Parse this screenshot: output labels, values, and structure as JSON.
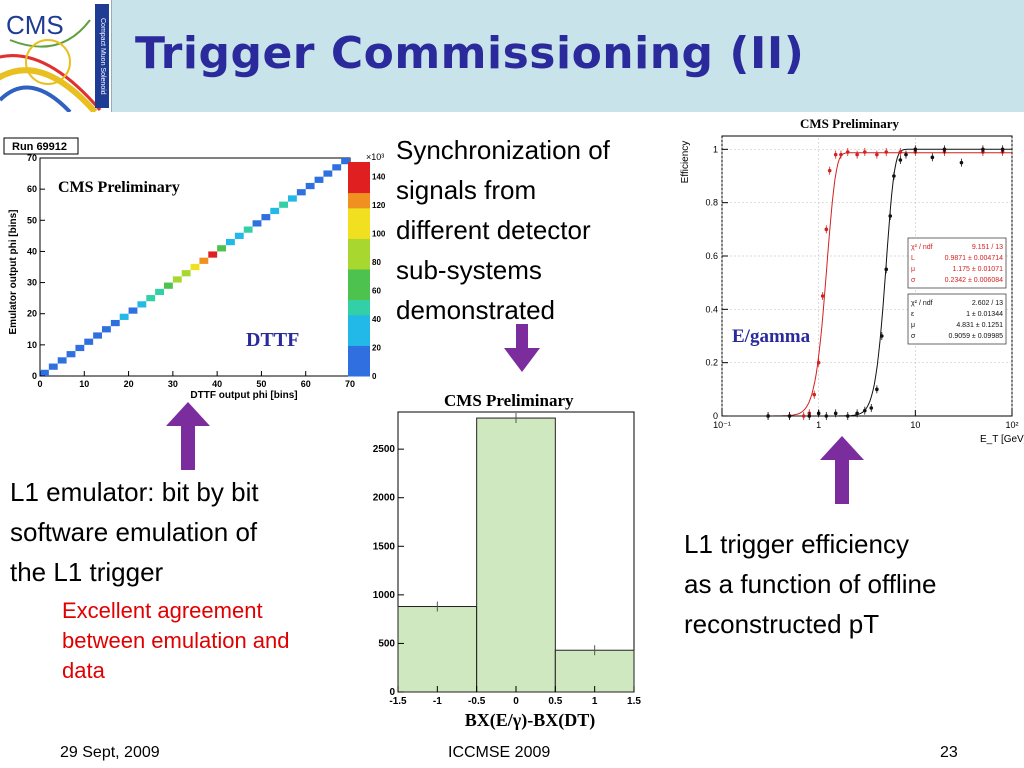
{
  "slide": {
    "title": "Trigger Commissioning (II)",
    "logo_text": "CMS",
    "logo_side_text": "Compact Muon Solenoid"
  },
  "text": {
    "sync": [
      "Synchronization of",
      "signals from",
      "different detector",
      "sub-systems",
      "demonstrated"
    ],
    "l1emu": [
      "L1 emulator: bit by bit",
      "software emulation of",
      "the L1 trigger"
    ],
    "agree": [
      "Excellent agreement",
      "between emulation and",
      "data"
    ],
    "eff": [
      "L1 trigger efficiency",
      "as a function of offline",
      "reconstructed pT"
    ]
  },
  "footer": {
    "date": "29 Sept, 2009",
    "conference": "ICCMSE 2009",
    "page": "23"
  },
  "colors": {
    "title": "#2a2a9c",
    "arrow": "#7b2d9e",
    "highlight": "#e00000",
    "header_bg": "#c9e3ea",
    "hist_fill": "#cfe8c0"
  },
  "chart_data": [
    {
      "type": "heatmap",
      "run_label": "Run 69912",
      "title": "CMS Preliminary",
      "annotation": "DTTF",
      "xlabel": "DTTF output phi [bins]",
      "ylabel": "Emulator output phi [bins]",
      "xlim": [
        0,
        70
      ],
      "ylim": [
        0,
        70
      ],
      "xticks": [
        "0",
        "10",
        "20",
        "30",
        "40",
        "50",
        "60",
        "70"
      ],
      "yticks": [
        "0",
        "10",
        "20",
        "30",
        "40",
        "50",
        "60",
        "70"
      ],
      "colorbar_exponent": "×10³",
      "colorbar_ticks": [
        "0",
        "20",
        "40",
        "60",
        "80",
        "100",
        "120",
        "140"
      ],
      "colorbar_range": [
        0,
        150
      ],
      "cells": [
        {
          "bin": 0,
          "value": 5
        },
        {
          "bin": 2,
          "value": 8
        },
        {
          "bin": 4,
          "value": 10
        },
        {
          "bin": 6,
          "value": 12
        },
        {
          "bin": 8,
          "value": 10
        },
        {
          "bin": 10,
          "value": 12
        },
        {
          "bin": 12,
          "value": 14
        },
        {
          "bin": 14,
          "value": 12
        },
        {
          "bin": 16,
          "value": 15
        },
        {
          "bin": 18,
          "value": 20
        },
        {
          "bin": 20,
          "value": 18
        },
        {
          "bin": 22,
          "value": 25
        },
        {
          "bin": 24,
          "value": 45
        },
        {
          "bin": 26,
          "value": 55
        },
        {
          "bin": 28,
          "value": 60
        },
        {
          "bin": 30,
          "value": 80
        },
        {
          "bin": 32,
          "value": 90
        },
        {
          "bin": 34,
          "value": 100
        },
        {
          "bin": 36,
          "value": 125
        },
        {
          "bin": 38,
          "value": 145
        },
        {
          "bin": 40,
          "value": 70
        },
        {
          "bin": 42,
          "value": 25
        },
        {
          "bin": 44,
          "value": 20
        },
        {
          "bin": 46,
          "value": 40
        },
        {
          "bin": 48,
          "value": 15
        },
        {
          "bin": 50,
          "value": 12
        },
        {
          "bin": 52,
          "value": 25
        },
        {
          "bin": 54,
          "value": 45
        },
        {
          "bin": 56,
          "value": 20
        },
        {
          "bin": 58,
          "value": 15
        },
        {
          "bin": 60,
          "value": 12
        },
        {
          "bin": 62,
          "value": 10
        },
        {
          "bin": 64,
          "value": 10
        },
        {
          "bin": 66,
          "value": 8
        },
        {
          "bin": 68,
          "value": 8
        }
      ]
    },
    {
      "type": "bar",
      "title": "CMS Preliminary",
      "xlabel": "BX(E/γ)-BX(DT)",
      "xlim": [
        -1.5,
        1.5
      ],
      "ylim": [
        0,
        2800
      ],
      "xticks": [
        "-1.5",
        "-1",
        "-0.5",
        "0",
        "0.5",
        "1",
        "1.5"
      ],
      "yticks": [
        "0",
        "500",
        "1000",
        "1500",
        "2000",
        "2500"
      ],
      "bins": [
        {
          "from": -1.5,
          "to": -0.5,
          "center": -1,
          "value": 880
        },
        {
          "from": -0.5,
          "to": 0.5,
          "center": 0,
          "value": 2820
        },
        {
          "from": 0.5,
          "to": 1.5,
          "center": 1,
          "value": 430
        }
      ]
    },
    {
      "type": "scatter",
      "title": "CMS Preliminary",
      "annotation": "E/gamma",
      "xlabel": "E_T [GeV]",
      "ylabel": "Efficiency",
      "xscale": "log",
      "xlim": [
        0.1,
        100
      ],
      "ylim": [
        0,
        1.05
      ],
      "xticks": [
        "10⁻¹",
        "1",
        "10",
        "10²"
      ],
      "yticks": [
        "0",
        "0.2",
        "0.4",
        "0.6",
        "0.8",
        "1"
      ],
      "series": [
        {
          "color": "#d42020",
          "fit": {
            "a": 0.9871,
            "mu": 1.175,
            "sigma": 0.2342
          },
          "x": [
            0.3,
            0.5,
            0.7,
            0.8,
            0.9,
            1.0,
            1.1,
            1.2,
            1.3,
            1.5,
            1.7,
            2.0,
            2.5,
            3.0,
            4.0,
            5.0,
            7.0,
            10,
            20,
            50,
            80
          ],
          "y": [
            0,
            0,
            0,
            0.01,
            0.08,
            0.2,
            0.45,
            0.7,
            0.92,
            0.98,
            0.98,
            0.99,
            0.98,
            0.99,
            0.98,
            0.99,
            0.99,
            0.99,
            0.99,
            0.99,
            0.99
          ]
        },
        {
          "color": "#111111",
          "fit": {
            "a": 1,
            "mu": 4.831,
            "sigma": 0.9059
          },
          "x": [
            0.3,
            0.5,
            0.8,
            1.0,
            1.2,
            1.5,
            2.0,
            2.5,
            3.0,
            3.5,
            4.0,
            4.5,
            5.0,
            5.5,
            6.0,
            7.0,
            8.0,
            10,
            15,
            20,
            30,
            50,
            80
          ],
          "y": [
            0,
            0,
            0,
            0.01,
            0.0,
            0.01,
            0.0,
            0.01,
            0.02,
            0.03,
            0.1,
            0.3,
            0.55,
            0.75,
            0.9,
            0.96,
            0.98,
            1.0,
            0.97,
            1.0,
            0.95,
            1.0,
            1.0
          ]
        }
      ],
      "legend_boxes": [
        {
          "rows": [
            {
              "label": "χ² / ndf",
              "value": "9.151 / 13"
            },
            {
              "label": "L",
              "value": "0.9871 ± 0.004714"
            },
            {
              "label": "μ",
              "value": "1.175 ± 0.01071"
            },
            {
              "label": "σ",
              "value": "0.2342 ± 0.006084"
            }
          ]
        },
        {
          "rows": [
            {
              "label": "χ² / ndf",
              "value": "2.602 / 13"
            },
            {
              "label": "ε",
              "value": "1 ± 0.01344"
            },
            {
              "label": "μ",
              "value": "4.831 ± 0.1251"
            },
            {
              "label": "σ",
              "value": "0.9059 ± 0.09985"
            }
          ]
        }
      ]
    }
  ]
}
